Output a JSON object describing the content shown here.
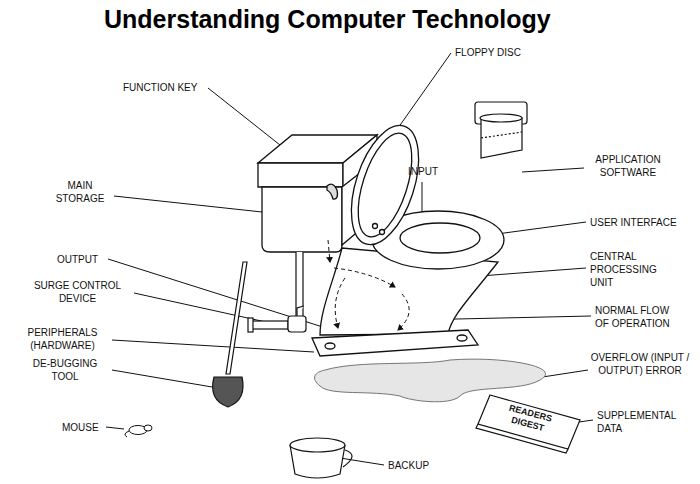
{
  "diagram": {
    "title": "Understanding Computer Technology",
    "labels": [
      "FUNCTION KEY",
      "FLOPPY DISC",
      "MAIN STORAGE",
      "INPUT",
      "APPLICATION SOFTWARE",
      "USER INTERFACE",
      "OUTPUT",
      "CENTRAL PROCESSING UNIT",
      "SURGE CONTROL DEVICE",
      "NORMAL FLOW OF OPERATION",
      "PERIPHERALS (HARDWARE)",
      "DE-BUGGING TOOL",
      "OVERFLOW (INPUT / OUTPUT) ERROR",
      "MOUSE",
      "SUPPLEMENTAL DATA",
      "BACKUP",
      "READERS DIGEST"
    ]
  }
}
